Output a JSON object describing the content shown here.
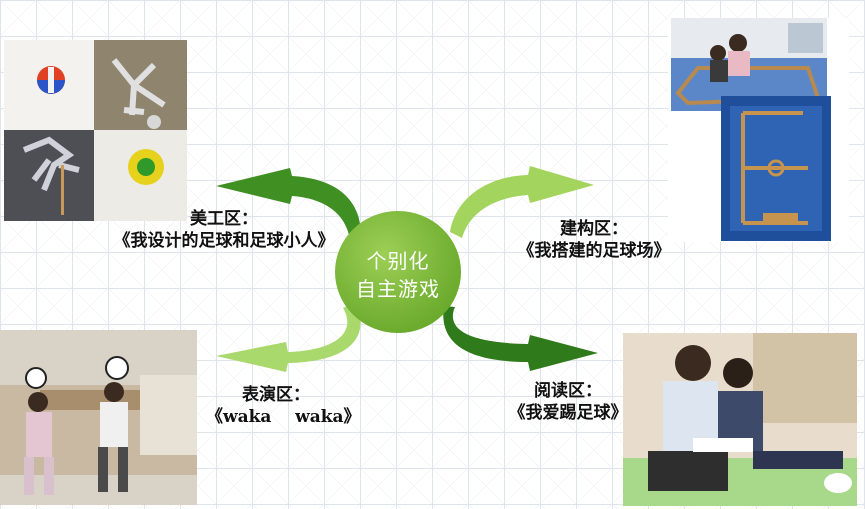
{
  "hub": {
    "line1": "个别化",
    "line2": "自主游戏"
  },
  "areas": {
    "art": {
      "name": "美工区：",
      "title": "《我设计的足球和足球小人》",
      "color": "#3f8f22"
    },
    "build": {
      "name": "建构区：",
      "title": "《我搭建的足球场》",
      "color": "#a3d45e"
    },
    "show": {
      "name": "表演区：",
      "title": "《waka    waka》",
      "color": "#a9d86c"
    },
    "read": {
      "name": "阅读区：",
      "title": "《我爱踢足球》",
      "color": "#2f7a1a"
    }
  },
  "colors": {
    "hub": "#7ab83a",
    "hub_text": "#ffffff"
  }
}
